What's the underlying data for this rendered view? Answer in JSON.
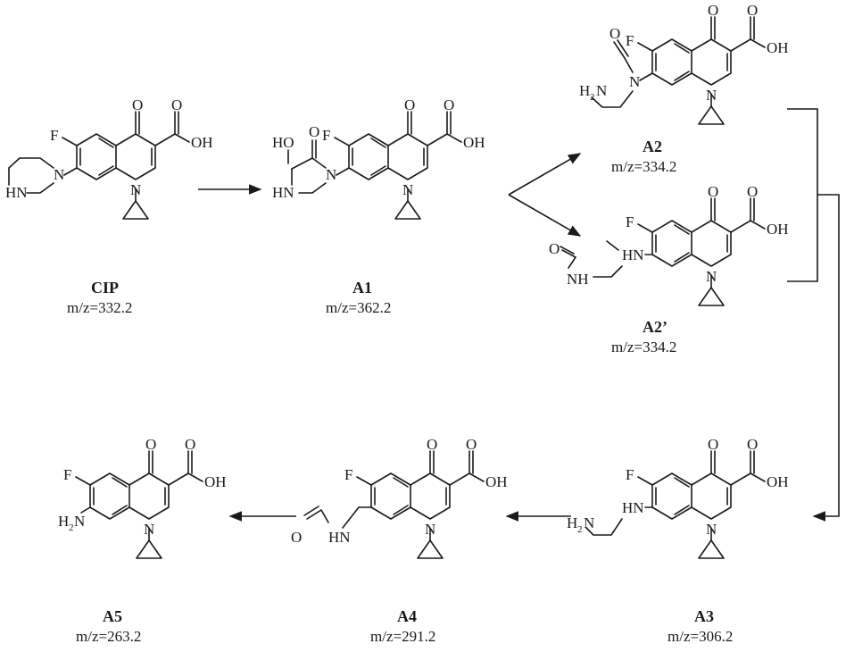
{
  "compounds": [
    {
      "id": "cip",
      "name": "CIP",
      "mz": "m/z=332.2"
    },
    {
      "id": "a1",
      "name": "A1",
      "mz": "m/z=362.2"
    },
    {
      "id": "a2",
      "name": "A2",
      "mz": "m/z=334.2"
    },
    {
      "id": "a2p",
      "name": "A2’",
      "mz": "m/z=334.2"
    },
    {
      "id": "a3",
      "name": "A3",
      "mz": "m/z=306.2"
    },
    {
      "id": "a4",
      "name": "A4",
      "mz": "m/z=291.2"
    },
    {
      "id": "a5",
      "name": "A5",
      "mz": "m/z=263.2"
    }
  ],
  "atoms": {
    "O": "O",
    "OH": "OH",
    "F": "F",
    "N": "N",
    "HN": "HN",
    "NH": "NH",
    "HO": "HO",
    "H": "H",
    "two": "2"
  }
}
